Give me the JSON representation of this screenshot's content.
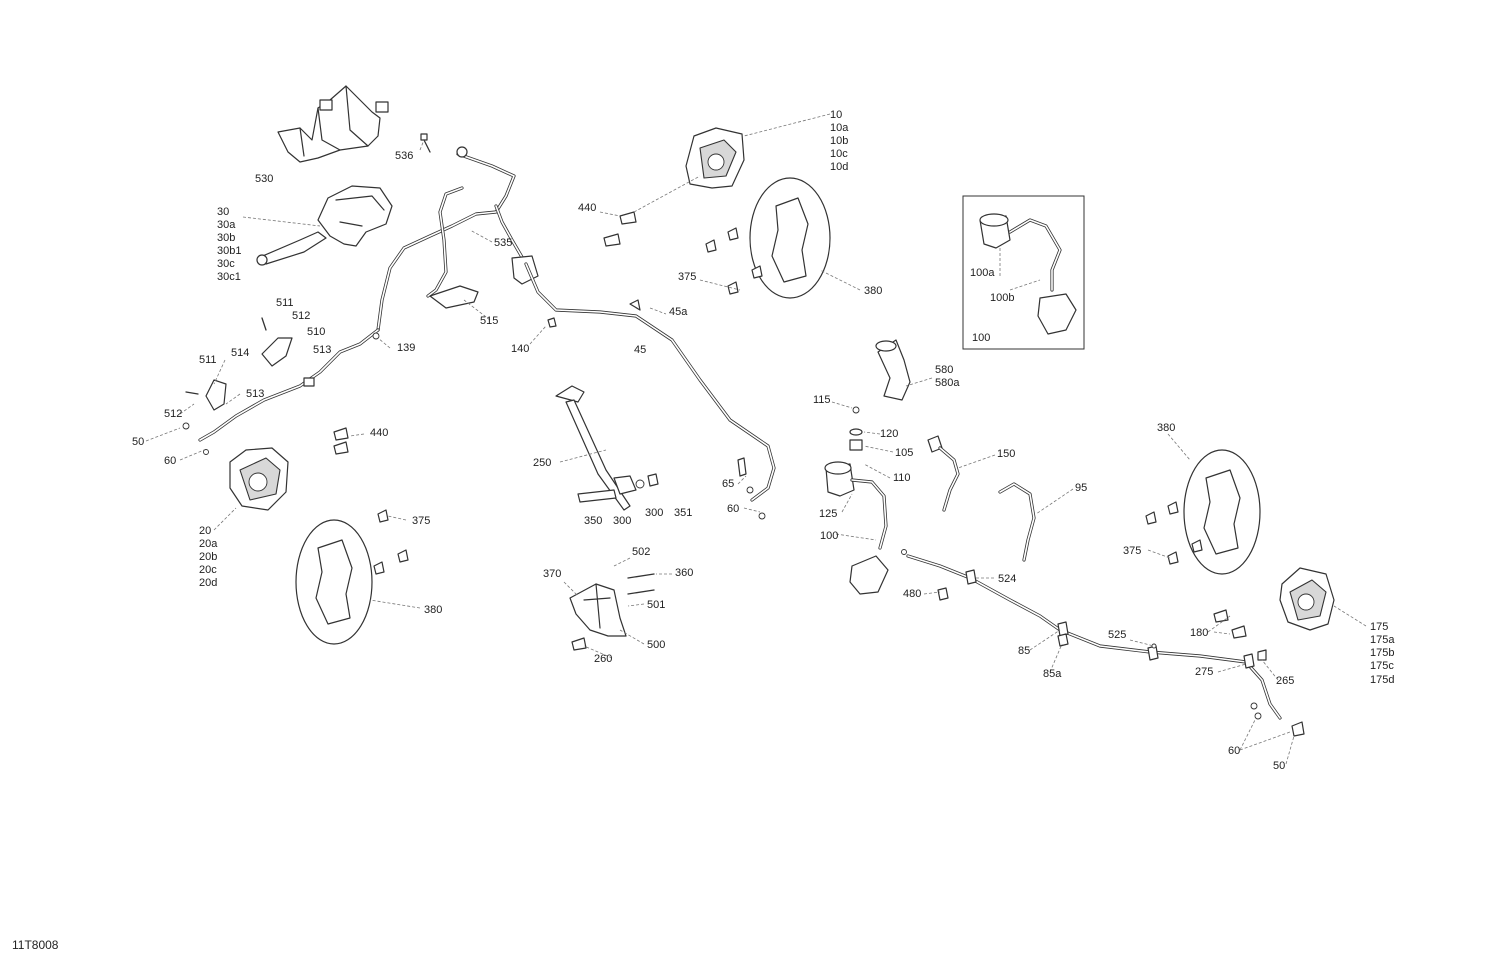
{
  "reference_number": "11T8008",
  "callouts": [
    [
      "530",
      255,
      182,
      "start"
    ],
    [
      "536",
      395,
      159,
      "start"
    ],
    [
      "10",
      830,
      118,
      "start"
    ],
    [
      "10a",
      830,
      131,
      "start"
    ],
    [
      "10b",
      830,
      144,
      "start"
    ],
    [
      "10c",
      830,
      157,
      "start"
    ],
    [
      "10d",
      830,
      170,
      "start"
    ],
    [
      "30",
      217,
      215,
      "start"
    ],
    [
      "30a",
      217,
      228,
      "start"
    ],
    [
      "30b",
      217,
      241,
      "start"
    ],
    [
      "30b1",
      217,
      254,
      "start"
    ],
    [
      "30c",
      217,
      267,
      "start"
    ],
    [
      "30c1",
      217,
      280,
      "start"
    ],
    [
      "440",
      578,
      211,
      "start"
    ],
    [
      "535",
      494,
      246,
      "start"
    ],
    [
      "375",
      678,
      280,
      "start"
    ],
    [
      "380",
      864,
      294,
      "start"
    ],
    [
      "100a",
      970,
      276,
      "start"
    ],
    [
      "100b",
      990,
      301,
      "start"
    ],
    [
      "100",
      972,
      341,
      "start"
    ],
    [
      "511",
      276,
      306,
      "start"
    ],
    [
      "512",
      292,
      319,
      "start"
    ],
    [
      "510",
      307,
      335,
      "start"
    ],
    [
      "513",
      313,
      353,
      "start"
    ],
    [
      "515",
      480,
      324,
      "start"
    ],
    [
      "45a",
      669,
      315,
      "start"
    ],
    [
      "139",
      397,
      351,
      "start"
    ],
    [
      "140",
      511,
      352,
      "start"
    ],
    [
      "45",
      634,
      353,
      "start"
    ],
    [
      "511",
      199,
      363,
      "start"
    ],
    [
      "514",
      231,
      356,
      "start"
    ],
    [
      "513",
      246,
      397,
      "start"
    ],
    [
      "512",
      164,
      417,
      "start"
    ],
    [
      "580",
      935,
      373,
      "start"
    ],
    [
      "580a",
      935,
      386,
      "start"
    ],
    [
      "115",
      813,
      403,
      "start"
    ],
    [
      "50",
      132,
      445,
      "start"
    ],
    [
      "440",
      370,
      436,
      "start"
    ],
    [
      "60",
      164,
      464,
      "start"
    ],
    [
      "120",
      880,
      437,
      "start"
    ],
    [
      "105",
      895,
      456,
      "start"
    ],
    [
      "150",
      997,
      457,
      "start"
    ],
    [
      "380",
      1157,
      431,
      "start"
    ],
    [
      "250",
      533,
      466,
      "start"
    ],
    [
      "110",
      893,
      481,
      "start"
    ],
    [
      "95",
      1075,
      491,
      "start"
    ],
    [
      "65",
      722,
      487,
      "start"
    ],
    [
      "60",
      727,
      512,
      "start"
    ],
    [
      "125",
      819,
      517,
      "start"
    ],
    [
      "350",
      584,
      524,
      "start"
    ],
    [
      "300",
      613,
      524,
      "start"
    ],
    [
      "300",
      645,
      516,
      "start"
    ],
    [
      "351",
      674,
      516,
      "start"
    ],
    [
      "375",
      412,
      524,
      "start"
    ],
    [
      "20",
      199,
      534,
      "start"
    ],
    [
      "20a",
      199,
      547,
      "start"
    ],
    [
      "20b",
      199,
      560,
      "start"
    ],
    [
      "20c",
      199,
      573,
      "start"
    ],
    [
      "20d",
      199,
      586,
      "start"
    ],
    [
      "100",
      820,
      539,
      "start"
    ],
    [
      "375",
      1123,
      554,
      "start"
    ],
    [
      "502",
      632,
      555,
      "start"
    ],
    [
      "360",
      675,
      576,
      "start"
    ],
    [
      "370",
      543,
      577,
      "start"
    ],
    [
      "524",
      998,
      582,
      "start"
    ],
    [
      "480",
      903,
      597,
      "start"
    ],
    [
      "501",
      647,
      608,
      "start"
    ],
    [
      "380",
      424,
      613,
      "start"
    ],
    [
      "175",
      1370,
      630,
      "start"
    ],
    [
      "175a",
      1370,
      643,
      "start"
    ],
    [
      "175b",
      1370,
      656,
      "start"
    ],
    [
      "175c",
      1370,
      669,
      "start"
    ],
    [
      "175d",
      1370,
      683,
      "start"
    ],
    [
      "180",
      1190,
      636,
      "start"
    ],
    [
      "525",
      1108,
      638,
      "start"
    ],
    [
      "500",
      647,
      648,
      "start"
    ],
    [
      "85",
      1018,
      654,
      "start"
    ],
    [
      "260",
      594,
      662,
      "start"
    ],
    [
      "275",
      1195,
      675,
      "start"
    ],
    [
      "85a",
      1043,
      677,
      "start"
    ],
    [
      "265",
      1276,
      684,
      "start"
    ],
    [
      "60",
      1228,
      754,
      "start"
    ],
    [
      "50",
      1273,
      769,
      "start"
    ]
  ]
}
